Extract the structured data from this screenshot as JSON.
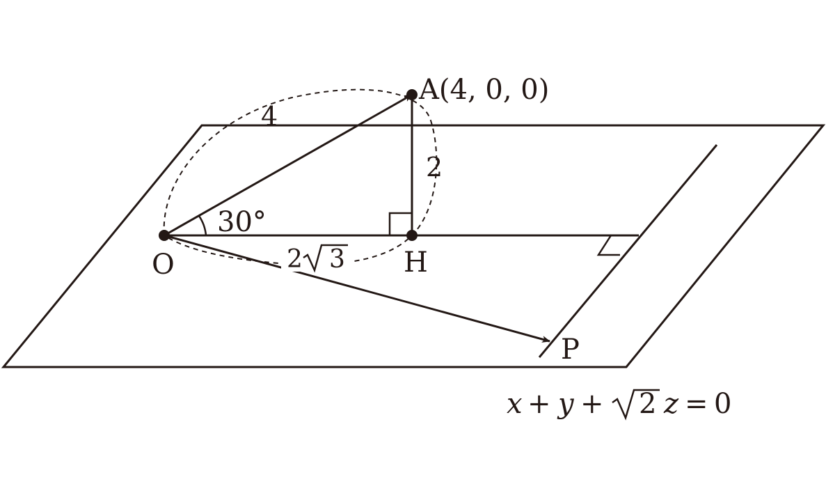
{
  "colors": {
    "ink": "#231815",
    "background": "#ffffff"
  },
  "labels": {
    "point_A": "A(4, 0, 0)",
    "point_O": "O",
    "point_H": "H",
    "point_P": "P",
    "length_OA": "4",
    "length_AH": "2",
    "length_OH_coef": "2",
    "length_OH_radicand": "3",
    "angle": "30°"
  },
  "plane_equation": {
    "x": "x",
    "plus1": "+",
    "y": "y",
    "plus2": "+",
    "radicand": "2",
    "z": "z",
    "equals": "=",
    "rhs": "0"
  }
}
